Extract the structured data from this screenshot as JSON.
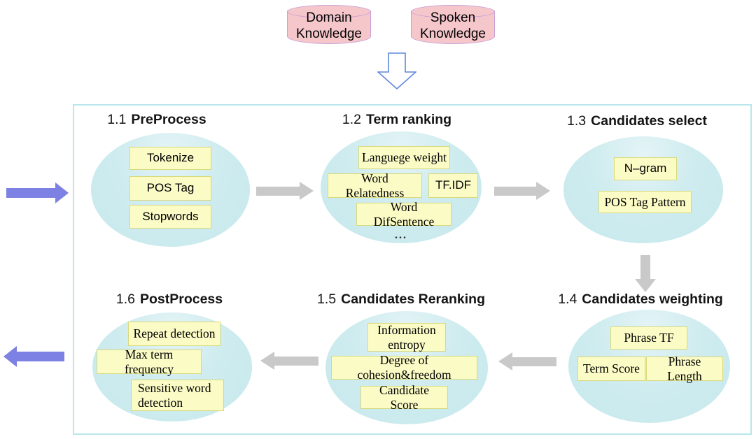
{
  "knowledge_sources": [
    {
      "label": "Domain Knowledge"
    },
    {
      "label": "Spoken Knowledge"
    }
  ],
  "stages": [
    {
      "number": "1.1",
      "title": "PreProcess",
      "items": [
        "Tokenize",
        "POS Tag",
        "Stopwords"
      ]
    },
    {
      "number": "1.2",
      "title": "Term ranking",
      "items": [
        "Languege weight",
        "Word Relatedness",
        "TF.IDF",
        "Word DifSentence"
      ],
      "more": "..."
    },
    {
      "number": "1.3",
      "title": "Candidates select",
      "items": [
        "N–gram",
        "POS Tag Pattern"
      ]
    },
    {
      "number": "1.4",
      "title": "Candidates weighting",
      "items": [
        "Phrase TF",
        "Term Score",
        "Phrase Length"
      ]
    },
    {
      "number": "1.5",
      "title": "Candidates Reranking",
      "items": [
        "Information entropy",
        "Degree of cohesion&freedom",
        "Candidate Score"
      ]
    },
    {
      "number": "1.6",
      "title": "PostProcess",
      "items": [
        "Repeat detection",
        "Max term frequency",
        "Sensitive word detection"
      ]
    }
  ],
  "colors": {
    "ellipse_fill": "#c8e9ed",
    "item_fill": "#fbfbc6",
    "item_border": "#d9d97c",
    "cylinder_fill": "#f5c6ca",
    "cylinder_border": "#c9a0d8",
    "frame_border": "#b9e7eb",
    "gray_arrow": "#c9c9c9",
    "blue_arrow": "#7d81e3",
    "hollow_arrow_stroke": "#5f86dd"
  }
}
